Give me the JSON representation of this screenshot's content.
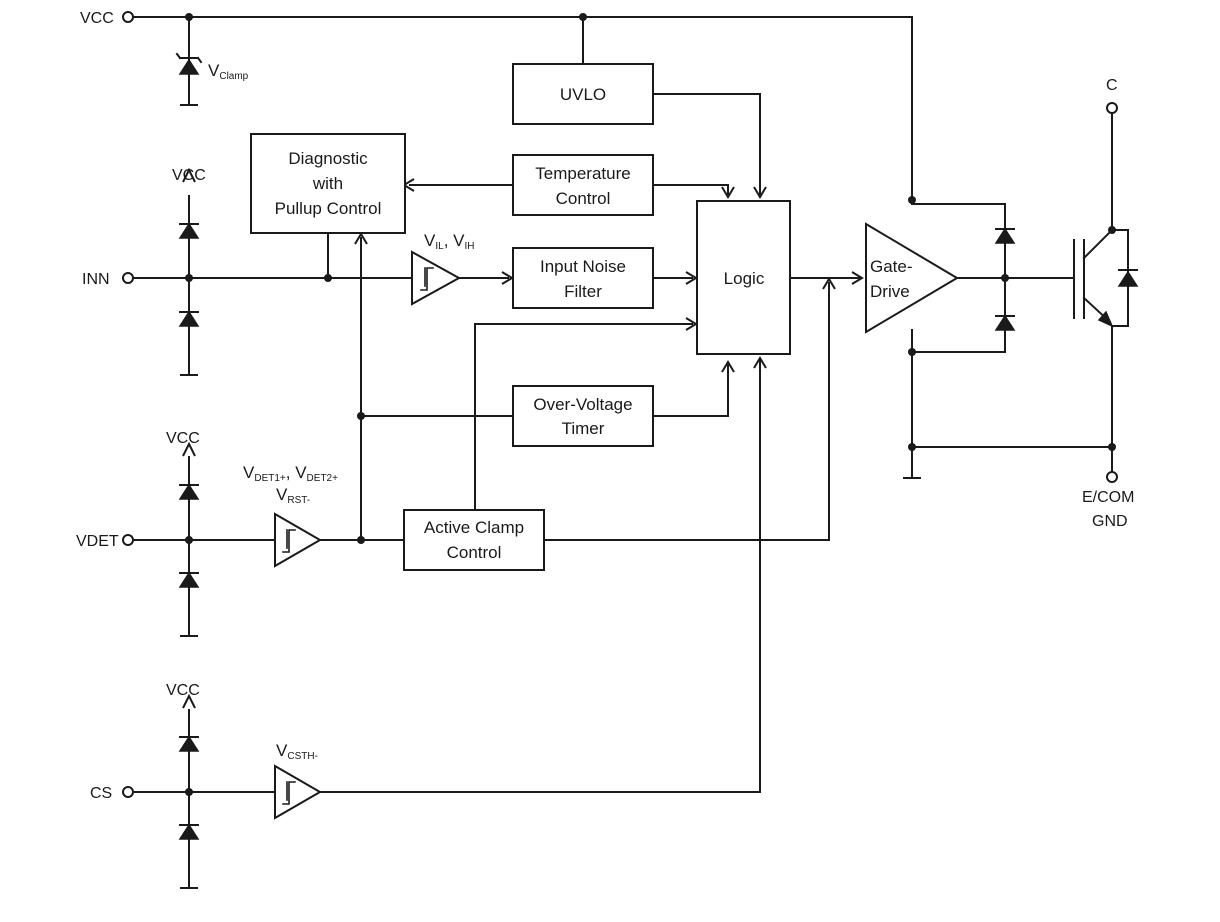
{
  "pins": {
    "vcc": "VCC",
    "inn": "INN",
    "vdet": "VDET",
    "cs": "CS",
    "c": "C",
    "ecom": "E/COM",
    "gnd": "GND"
  },
  "supply_labels": {
    "inn_vcc": "VCC",
    "vdet_vcc": "VCC",
    "cs_vcc": "VCC"
  },
  "blocks": {
    "uvlo": "UVLO",
    "diag_line1": "Diagnostic",
    "diag_line2": "with",
    "diag_line3": "Pullup Control",
    "temp_line1": "Temperature",
    "temp_line2": "Control",
    "noise_line1": "Input Noise",
    "noise_line2": "Filter",
    "logic": "Logic",
    "ov_line1": "Over-Voltage",
    "ov_line2": "Timer",
    "clamp_line1": "Active Clamp",
    "clamp_line2": "Control",
    "gate_line1": "Gate-",
    "gate_line2": "Drive"
  },
  "thresholds": {
    "vclamp_main": "V",
    "vclamp_sub": "Clamp",
    "vil_a": "V",
    "vil_a_sub": "IL",
    "vil_sep": ", V",
    "vil_b_sub": "IH",
    "vdet_a": "V",
    "vdet_a_sub": "DET1+",
    "vdet_sep": ", V",
    "vdet_b_sub": "DET2+",
    "vrst": "V",
    "vrst_sub": "RST-",
    "vcsth": "V",
    "vcsth_sub": "CSTH-"
  }
}
